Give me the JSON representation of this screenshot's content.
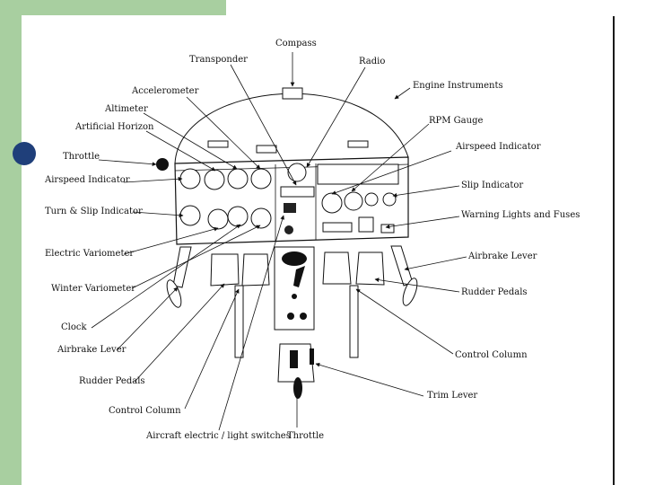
{
  "labels": {
    "compass": "Compass",
    "transponder": "Transponder",
    "radio": "Radio",
    "accelerometer": "Accelerometer",
    "altimeter": "Altimeter",
    "artificial_horizon": "Artificial Horizon",
    "engine_instruments": "Engine Instruments",
    "rpm_gauge": "RPM Gauge",
    "throttle_left": "Throttle",
    "airspeed_indicator_right": "Airspeed Indicator",
    "airspeed_indicator_left": "Airspeed Indicator",
    "slip_indicator": "Slip Indicator",
    "turn_slip_indicator": "Turn & Slip Indicator",
    "warning_lights_fuses": "Warning Lights and Fuses",
    "electric_variometer": "Electric Variometer",
    "airbrake_lever_right": "Airbrake Lever",
    "winter_variometer": "Winter Variometer",
    "rudder_pedals_right": "Rudder Pedals",
    "clock": "Clock",
    "airbrake_lever_left": "Airbrake Lever",
    "control_column_right": "Control Column",
    "rudder_pedals_left": "Rudder Pedals",
    "trim_lever": "Trim Lever",
    "control_column_left": "Control Column",
    "aircraft_switches": "Aircraft electric / light switches",
    "throttle_bottom": "Throttle"
  }
}
